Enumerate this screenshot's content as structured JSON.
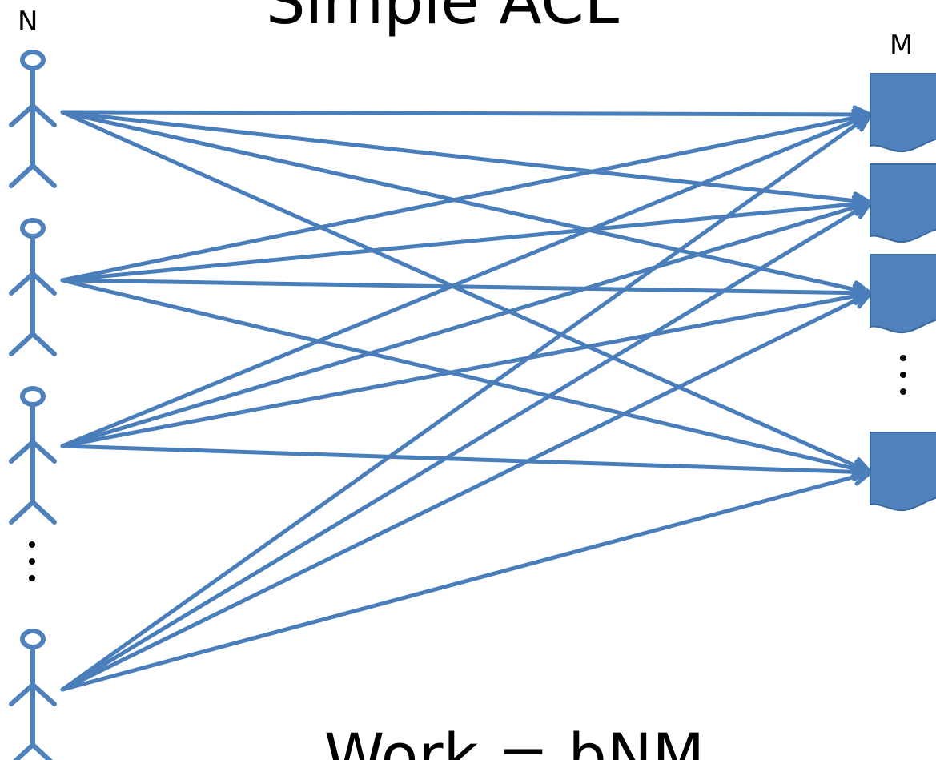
{
  "title": "Simple ACL",
  "users_label": "N",
  "resources_label": "M",
  "footer": "Work = bNM",
  "colors": {
    "shape": "#4f81bd",
    "line": "#4a7ebb",
    "text": "#000000"
  },
  "icons": {
    "user": "stick-figure-icon",
    "resource": "document-icon",
    "more": "ellipsis-icon"
  },
  "users": [
    "user-1",
    "user-2",
    "user-3",
    "user-n"
  ],
  "resources": [
    "resource-1",
    "resource-2",
    "resource-3",
    "resource-m"
  ],
  "access_links": [
    [
      "user-1",
      "resource-1"
    ],
    [
      "user-1",
      "resource-2"
    ],
    [
      "user-1",
      "resource-3"
    ],
    [
      "user-1",
      "resource-m"
    ],
    [
      "user-2",
      "resource-1"
    ],
    [
      "user-2",
      "resource-2"
    ],
    [
      "user-2",
      "resource-3"
    ],
    [
      "user-2",
      "resource-m"
    ],
    [
      "user-3",
      "resource-1"
    ],
    [
      "user-3",
      "resource-2"
    ],
    [
      "user-3",
      "resource-3"
    ],
    [
      "user-3",
      "resource-m"
    ],
    [
      "user-n",
      "resource-1"
    ],
    [
      "user-n",
      "resource-2"
    ],
    [
      "user-n",
      "resource-3"
    ],
    [
      "user-n",
      "resource-m"
    ]
  ]
}
